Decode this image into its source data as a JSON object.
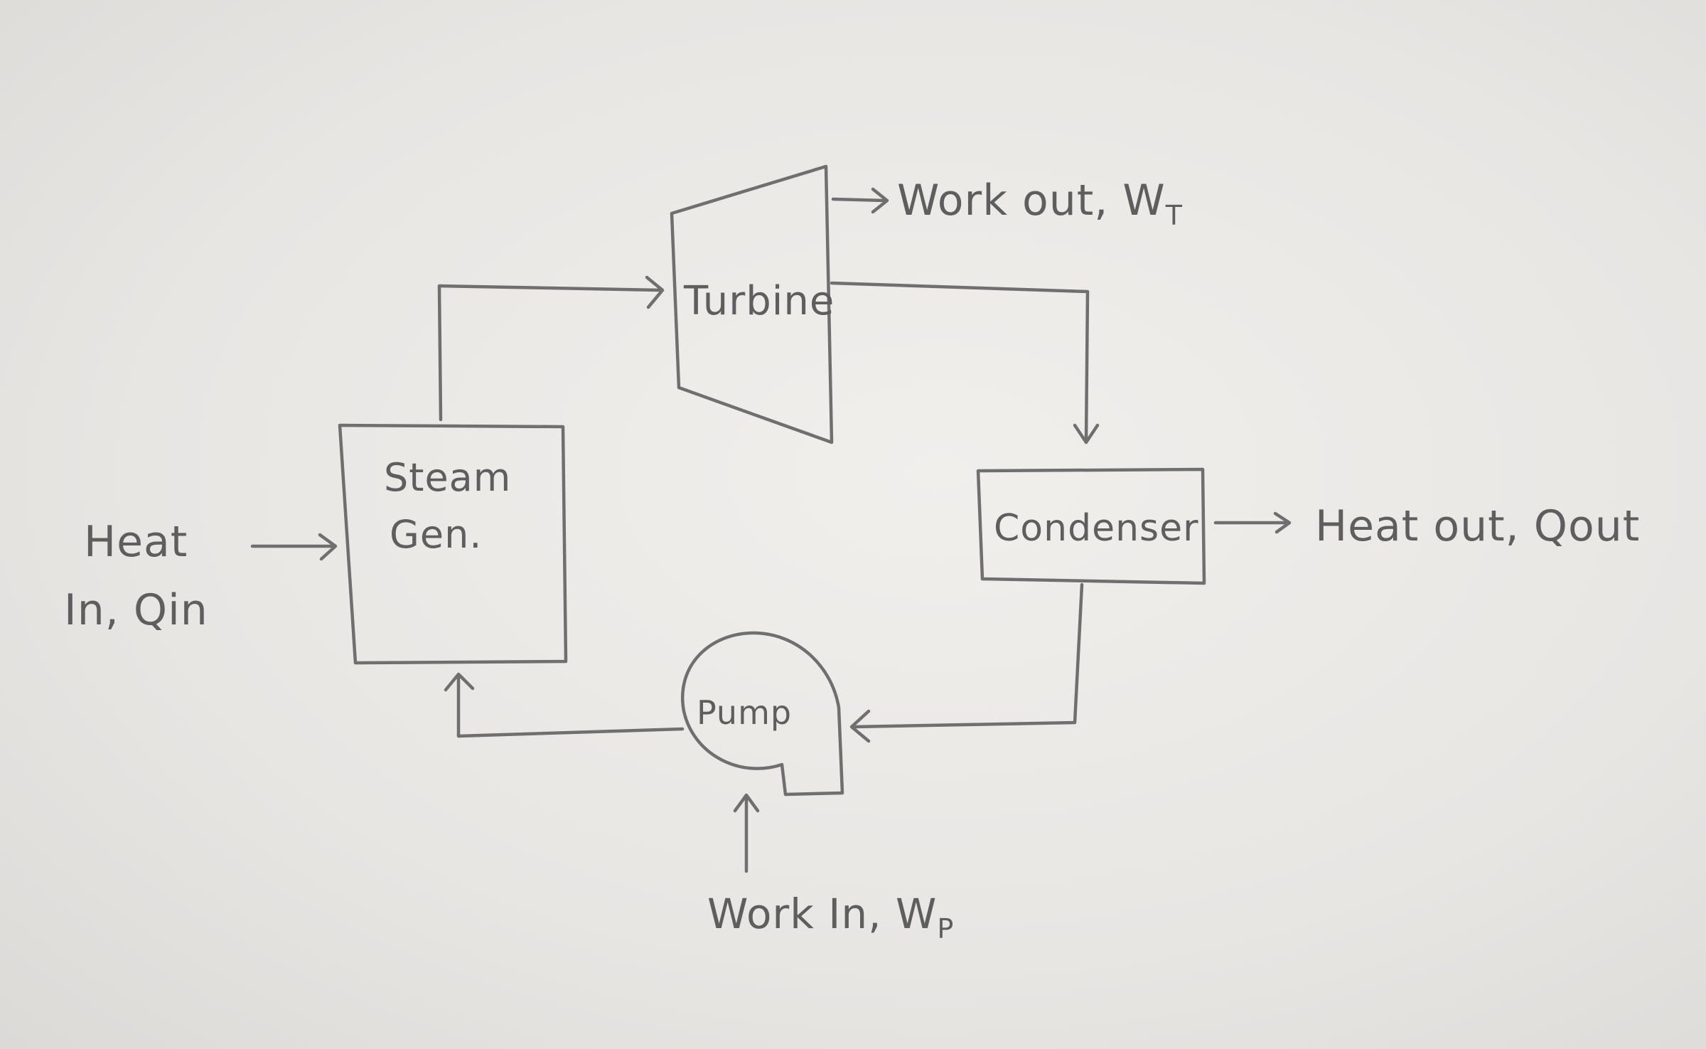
{
  "components": {
    "turbine": "Turbine",
    "steam_gen_line1": "Steam",
    "steam_gen_line2": "Gen.",
    "condenser": "Condenser",
    "pump": "Pump"
  },
  "flows": {
    "work_out": "Work out, W",
    "work_out_sub": "T",
    "heat_in_line1": "Heat",
    "heat_in_line2": "In, Qin",
    "heat_out": "Heat out, Qout",
    "work_in": "Work In, W",
    "work_in_sub": "P"
  },
  "colors": {
    "paper": "#ecebe8",
    "pencil": "#6f6f6f"
  }
}
